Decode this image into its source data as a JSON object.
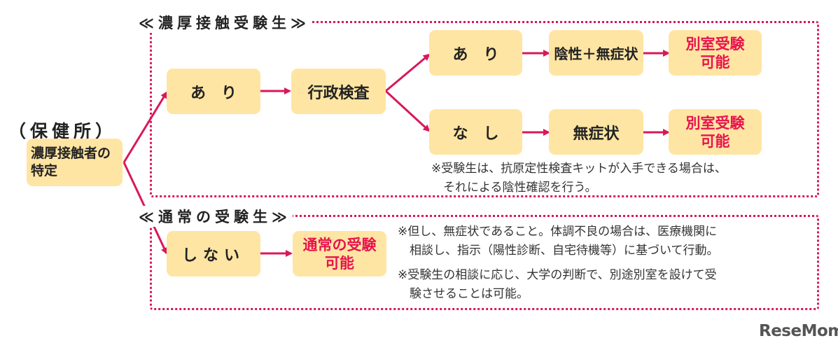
{
  "colors": {
    "accent": "#d8185a",
    "box_fill": "#ffe5a3",
    "highlight_text": "#e8134f"
  },
  "hokenjo": {
    "label": "（保健所）",
    "box_line1": "濃厚接触者の",
    "box_line2": "特定"
  },
  "close_contact": {
    "title": "≪濃厚接触受験生≫",
    "ari": "あ　り",
    "test": "行政検査",
    "positive_branch": {
      "label": "あ　り",
      "status": "陰性＋無症状",
      "result_line1": "別室受験",
      "result_line2": "可能"
    },
    "negative_branch": {
      "label": "な　し",
      "status": "無症状",
      "result_line1": "別室受験",
      "result_line2": "可能"
    },
    "note": "※受験生は、抗原定性検査キットが入手できる場合は、\n　それによる陰性確認を行う。"
  },
  "normal": {
    "title": "≪通常の受験生≫",
    "shinai": "しない",
    "result_line1": "通常の受験",
    "result_line2": "可能",
    "note1": "※但し、無症状であること。体調不良の場合は、医療機関に\n　相談し、指示（陽性診断、自宅待機等）に基づいて行動。",
    "note2": "※受験生の相談に応じ、大学の判断で、別途別室を設けて受\n　験させることは可能。"
  },
  "watermark": "ReseMom"
}
